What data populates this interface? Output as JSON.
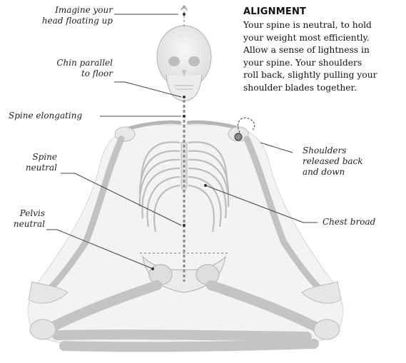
{
  "heading": "ALIGNMENT",
  "body_lines": [
    "Your spine is neutral, to hold",
    "your weight most efficiently.",
    "Allow a sense of lightness in",
    "your spine. Your shoulders",
    "roll back, slightly pulling your",
    "shoulder blades together."
  ],
  "labels": {
    "head": "Imagine your\nhead floating up",
    "chin": "Chin parallel\nto floor",
    "spine_elong": "Spine elongating",
    "spine_neutral": "Spine\nneutral",
    "pelvis": "Pelvis\nneutral",
    "shoulders": "Shoulders\nreleased back\nand down",
    "chest": "Chest broad"
  },
  "colors": {
    "bone": "#e9e9e9",
    "bone_edge": "#b9b9b9",
    "spine": "#8c8c8c",
    "leader": "#444444"
  }
}
